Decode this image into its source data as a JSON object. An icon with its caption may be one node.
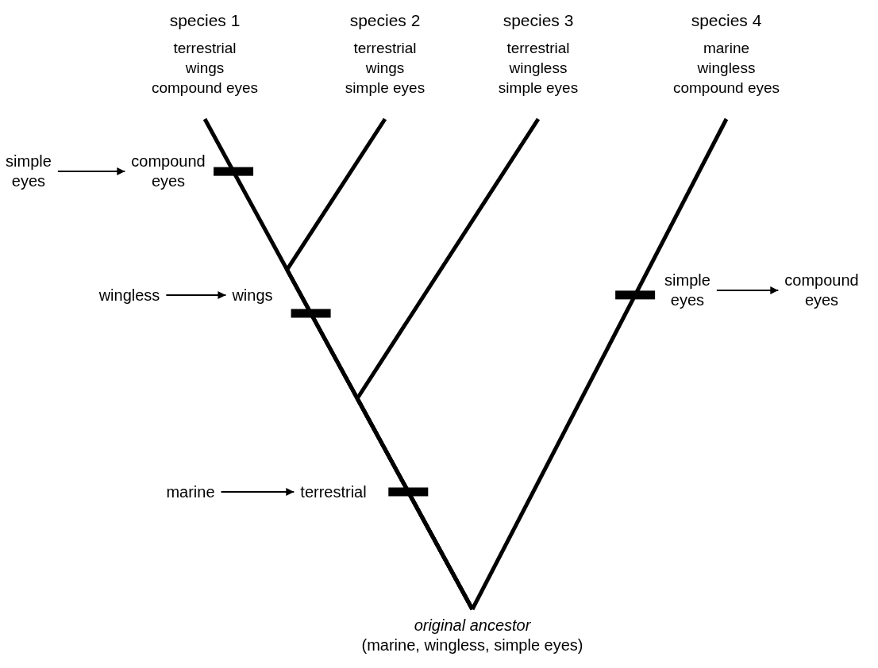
{
  "diagram": {
    "nodes": [
      {
        "text": [
          "species 1",
          "terrestrial",
          "wings",
          "compound eyes"
        ]
      },
      {
        "text": [
          "species 2",
          "terrestrial",
          "wings",
          "simple eyes"
        ]
      },
      {
        "text": [
          "species 3",
          "terrestrial",
          "wingless",
          "simple eyes"
        ]
      },
      {
        "text": [
          "species 4",
          "marine",
          "wingless",
          "compound eyes"
        ]
      },
      {
        "text": [
          "simple eyes"
        ]
      },
      {
        "text": [
          "compound eyes"
        ]
      },
      {
        "text": [
          "wingless"
        ]
      },
      {
        "text": [
          "wings"
        ]
      },
      {
        "text": [
          "simple eyes"
        ]
      },
      {
        "text": [
          "compound eyes"
        ]
      },
      {
        "text": [
          "marine"
        ]
      },
      {
        "text": [
          "terrestrial"
        ]
      },
      {
        "text": [
          "original ancestor",
          "(marine, wingless, simple eyes)"
        ]
      }
    ],
    "edges": [
      {
        "from": 12,
        "to": 0,
        "arrow": "none",
        "style": "thick"
      },
      {
        "from": 12,
        "to": 1,
        "arrow": "none",
        "style": "thick"
      },
      {
        "from": 12,
        "to": 2,
        "arrow": "none",
        "style": "thick"
      },
      {
        "from": 12,
        "to": 3,
        "arrow": "none",
        "style": "thick"
      },
      {
        "from": 4,
        "to": 5,
        "arrow": "to"
      },
      {
        "from": 6,
        "to": 7,
        "arrow": "to"
      },
      {
        "from": 8,
        "to": 9,
        "arrow": "to"
      },
      {
        "from": 10,
        "to": 11,
        "arrow": "to"
      }
    ]
  }
}
